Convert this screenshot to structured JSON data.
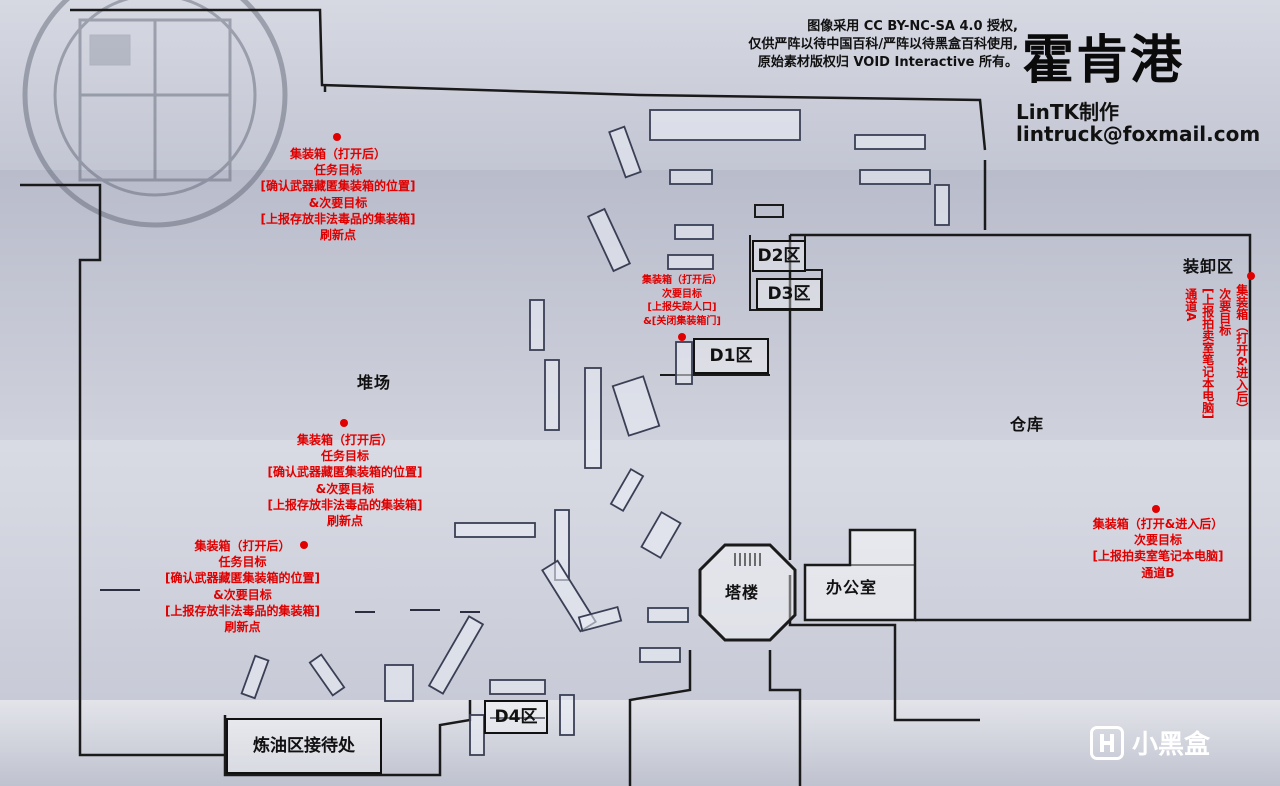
{
  "map": {
    "title": "霍肯港",
    "license_lines": [
      "图像采用 CC BY-NC-SA 4.0 授权,",
      "仅供严阵以待中国百科/严阵以待黑盒百科使用,",
      "原始素材版权归 VOID Interactive 所有。"
    ],
    "author": "LinTK制作",
    "email": "lintruck@foxmail.com",
    "watermark": "小黑盒"
  },
  "zones": {
    "d1": "D1区",
    "d2": "D2区",
    "d3": "D3区",
    "d4": "D4区",
    "yard": "堆场",
    "warehouse": "仓库",
    "tower": "塔楼",
    "office": "办公室",
    "loading": "装卸区",
    "refinery_reception": "炼油区接待处"
  },
  "notes": {
    "n1": [
      "集装箱（打开后）",
      "任务目标",
      "[确认武器藏匿集装箱的位置]",
      "&次要目标",
      "[上报存放非法毒品的集装箱]",
      "刷新点"
    ],
    "n2": [
      "集装箱（打开后）",
      "次要目标",
      "[上报失踪人口]",
      "&[关闭集装箱门]"
    ],
    "n3": [
      "集装箱（打开后）",
      "任务目标",
      "[确认武器藏匿集装箱的位置]",
      "&次要目标",
      "[上报存放非法毒品的集装箱]",
      "刷新点"
    ],
    "n4": [
      "集装箱（打开后）",
      "任务目标",
      "[确认武器藏匿集装箱的位置]",
      "&次要目标",
      "[上报存放非法毒品的集装箱]",
      "刷新点"
    ],
    "n5": [
      "集装箱（打开&进入后）",
      "次要目标",
      "[上报拍卖室笔记本电脑]",
      "通道B"
    ],
    "n6_cols": [
      "集装箱（打开&进入后）",
      "次要目标",
      "[上报拍卖室笔记本电脑]"
    ],
    "n6_passage": "通道A"
  },
  "colors": {
    "marker": "#e00000",
    "ink": "#111111",
    "paper": "#c9ccd8"
  },
  "icons": [
    "city-seal-stamp",
    "xiaoheihe-logo-icon"
  ]
}
